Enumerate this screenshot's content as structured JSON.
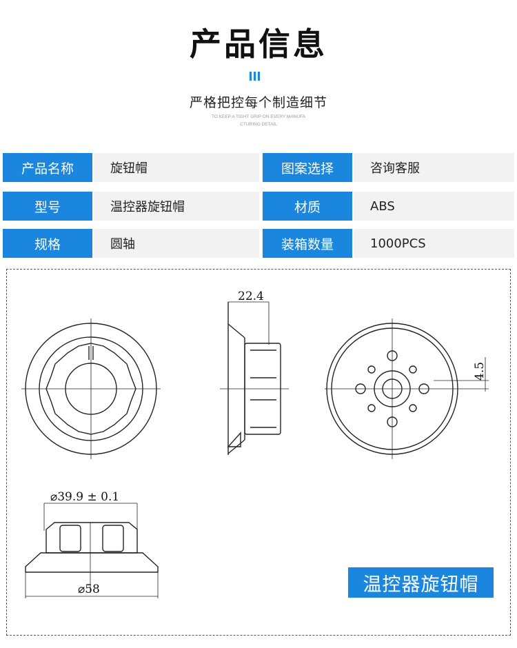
{
  "header": {
    "title": "产品信息",
    "subtitle": "严格把控每个制造细节",
    "tagline_line1": "TO KEEP A TIGHT GRIP ON EVERY MANUFA",
    "tagline_line2": "CTURING DETAIL"
  },
  "specs": [
    {
      "label": "产品名称",
      "value": "旋钮帽"
    },
    {
      "label": "图案选择",
      "value": "咨询客服"
    },
    {
      "label": "型号",
      "value": "温控器旋钮帽"
    },
    {
      "label": "材质",
      "value": "ABS"
    },
    {
      "label": "规格",
      "value": "圆轴"
    },
    {
      "label": "装箱数量",
      "value": "1000PCS"
    }
  ],
  "drawing": {
    "dim_side_width": "22.4",
    "dim_hole_spacing": "4.5",
    "dim_top_diameter": "⌀39.9 ± 0.1",
    "dim_base_diameter": "⌀58",
    "product_name": "温控器旋钮帽"
  },
  "colors": {
    "accent": "#1a86de",
    "value_bg": "#f2f2f2",
    "line": "#222222"
  }
}
